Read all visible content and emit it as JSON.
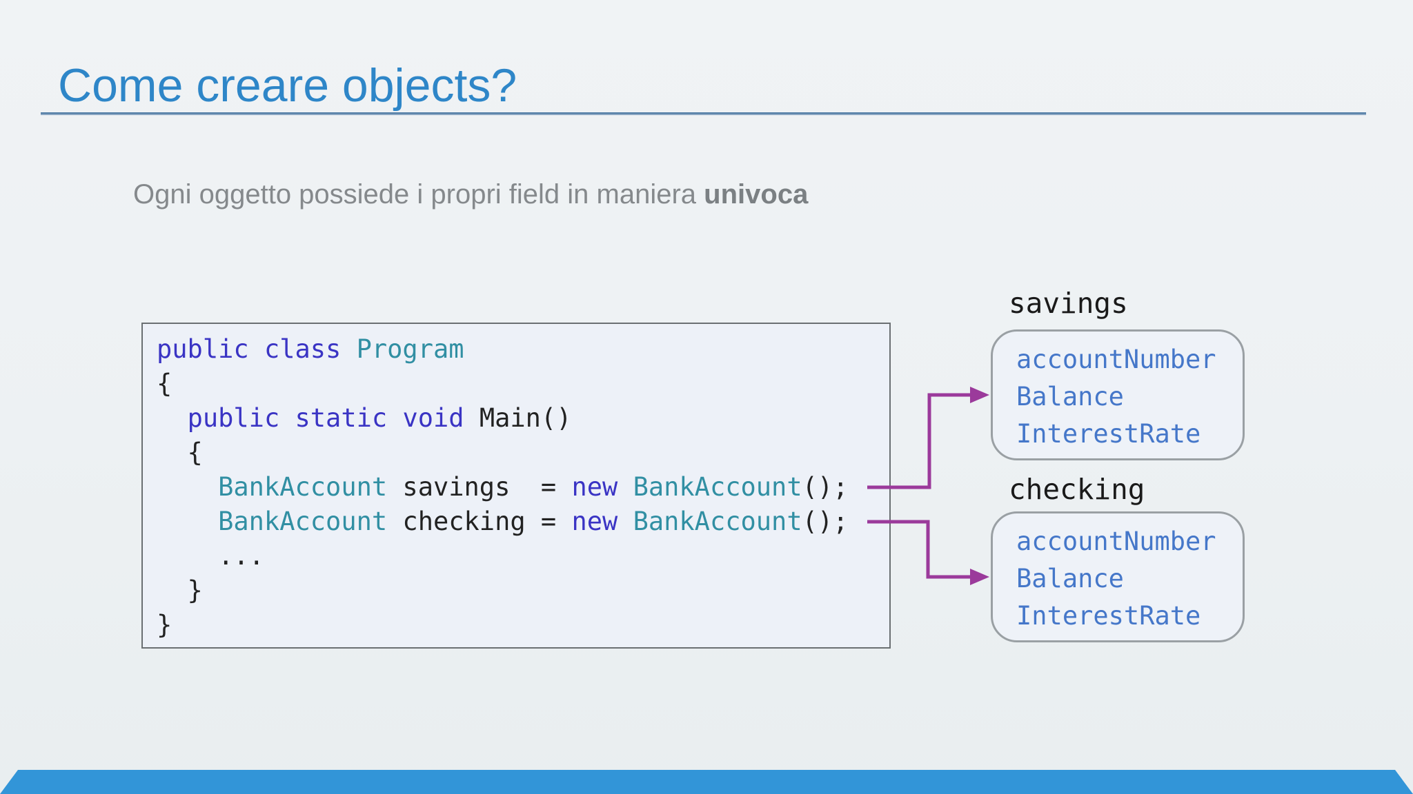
{
  "slide": {
    "title": "Come creare objects?",
    "subtitle_prefix": "Ogni oggetto possiede i propri field in maniera ",
    "subtitle_emphasis": "univoca"
  },
  "code": {
    "lines": [
      [
        [
          "k",
          "public"
        ],
        [
          "p",
          " "
        ],
        [
          "k",
          "class"
        ],
        [
          "p",
          " "
        ],
        [
          "t",
          "Program"
        ]
      ],
      [
        [
          "p",
          "{"
        ]
      ],
      [
        [
          "p",
          "  "
        ],
        [
          "k",
          "public"
        ],
        [
          "p",
          " "
        ],
        [
          "k",
          "static"
        ],
        [
          "p",
          " "
        ],
        [
          "k",
          "void"
        ],
        [
          "p",
          " Main()"
        ]
      ],
      [
        [
          "p",
          "  {"
        ]
      ],
      [
        [
          "p",
          "    "
        ],
        [
          "t",
          "BankAccount"
        ],
        [
          "p",
          " savings  = "
        ],
        [
          "k",
          "new"
        ],
        [
          "p",
          " "
        ],
        [
          "t",
          "BankAccount"
        ],
        [
          "p",
          "();"
        ]
      ],
      [
        [
          "p",
          "    "
        ],
        [
          "t",
          "BankAccount"
        ],
        [
          "p",
          " checking = "
        ],
        [
          "k",
          "new"
        ],
        [
          "p",
          " "
        ],
        [
          "t",
          "BankAccount"
        ],
        [
          "p",
          "();"
        ]
      ],
      [
        [
          "p",
          "    ..."
        ]
      ],
      [
        [
          "p",
          "  }"
        ]
      ],
      [
        [
          "p",
          "}"
        ]
      ]
    ]
  },
  "objects": [
    {
      "label": "savings",
      "fields": [
        "accountNumber",
        "Balance",
        "InterestRate"
      ]
    },
    {
      "label": "checking",
      "fields": [
        "accountNumber",
        "Balance",
        "InterestRate"
      ]
    }
  ],
  "colors": {
    "title": "#2e86c8",
    "rule": "#4d7aa3",
    "subtitle": "#85898c",
    "subtitle_bold": "#7b8083",
    "keyword": "#3a34c4",
    "type": "#318fa3",
    "plain": "#222222",
    "field": "#4577c9",
    "arrow": "#9b3a9b",
    "box_border": "#9aa0a4",
    "code_border": "#6a6f72",
    "code_bg": "#edf1f8",
    "obj_bg": "#eef2f8",
    "footer": "#3295d8"
  }
}
